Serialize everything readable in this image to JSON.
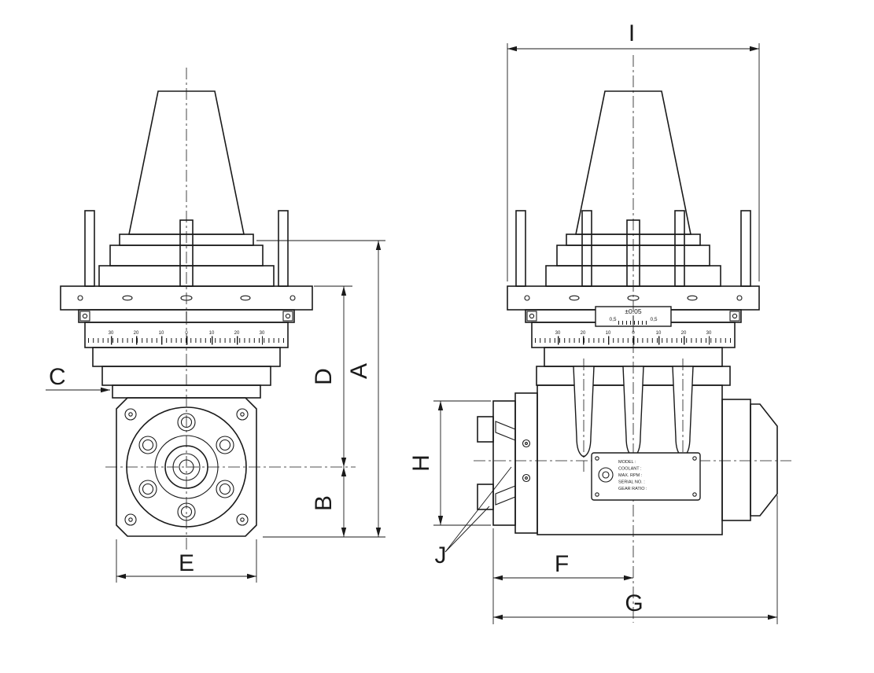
{
  "document": {
    "type": "technical-drawing",
    "background_color": "#ffffff",
    "line_color": "#1a1a1a"
  },
  "dim_labels": {
    "a": "A",
    "b": "B",
    "c": "C",
    "d": "D",
    "e": "E",
    "f": "F",
    "g": "G",
    "h": "H",
    "i": "I",
    "j": "J"
  },
  "front_view": {
    "scale_ticks": [
      "30",
      "20",
      "10",
      "0",
      "10",
      "20",
      "30"
    ]
  },
  "side_view": {
    "scale_ticks": [
      "30",
      "20",
      "10",
      "0",
      "10",
      "20",
      "30"
    ],
    "tolerance": "±0.05",
    "vernier_left": "0,5",
    "vernier_right": "0,5",
    "nameplate": {
      "lines": [
        "MODEL :",
        "COOLANT :",
        "MAX. RPM :",
        "SERIAL NO. :",
        "GEAR RATIO :"
      ]
    }
  }
}
